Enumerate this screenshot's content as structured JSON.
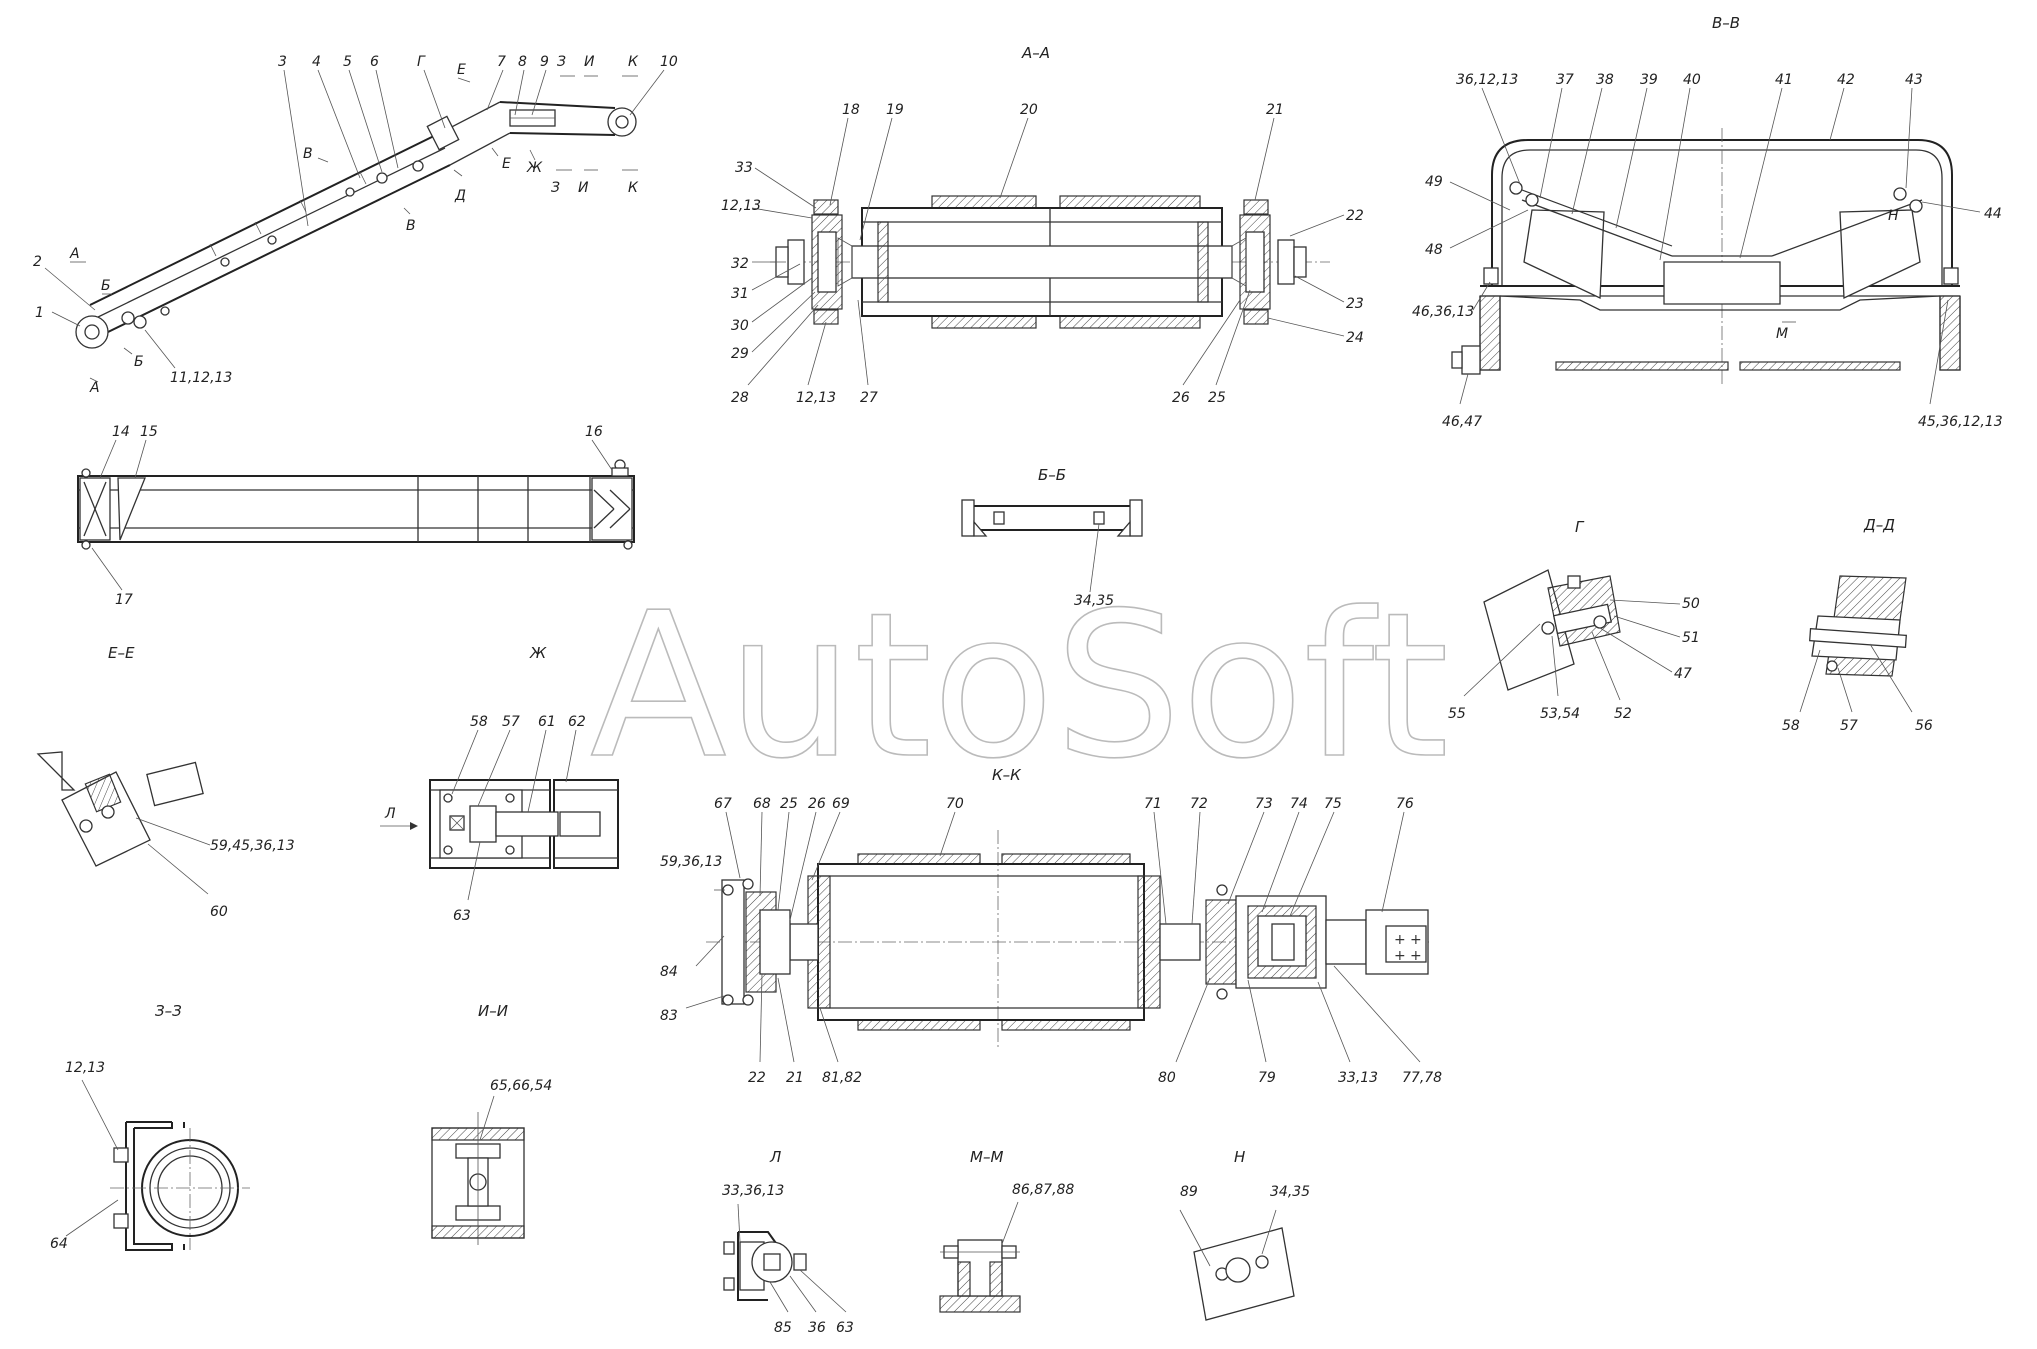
{
  "watermark": "AutoSoft",
  "views": {
    "aa": "А–А",
    "vv": "В–В",
    "bb": "Б–Б",
    "g": "Г",
    "dd": "Д–Д",
    "ee": "Е–Е",
    "zh": "Ж",
    "kk": "К–К",
    "zz": "З–З",
    "ii": "И–И",
    "l": "Л",
    "mm": "М–М",
    "n": "Н"
  },
  "labels": {
    "p1": "1",
    "p2": "2",
    "p3": "3",
    "p4": "4",
    "p5": "5",
    "p6": "6",
    "pG": "Г",
    "pE": "Е",
    "p7": "7",
    "p8": "8",
    "p9": "9",
    "pZ": "З",
    "pI": "И",
    "pK": "К",
    "p10": "10",
    "pA1": "А",
    "pB1": "Б",
    "pV1": "В",
    "pA2": "А",
    "pB2": "Б",
    "pV2": "В",
    "pE2": "Е",
    "pD": "Д",
    "pZh": "Ж",
    "pZ2": "З",
    "pI2": "И",
    "pK2": "К",
    "p111213": "11,12,13",
    "p14": "14",
    "p15": "15",
    "p16": "16",
    "p17": "17",
    "p18": "18",
    "p19": "19",
    "p20": "20",
    "p21a": "21",
    "p22a": "22",
    "p23": "23",
    "p24": "24",
    "p25a": "25",
    "p26a": "26",
    "p27": "27",
    "p1213a": "12,13",
    "p28": "28",
    "p29": "29",
    "p30": "30",
    "p31": "31",
    "p32": "32",
    "p1213b": "12,13",
    "p33a": "33",
    "p361213": "36,12,13",
    "p37": "37",
    "p38": "38",
    "p39": "39",
    "p40": "40",
    "p41": "41",
    "p42": "42",
    "p43": "43",
    "p44": "44",
    "pN": "Н",
    "p49": "49",
    "p48": "48",
    "p463613": "46,36,13",
    "p4647": "46,47",
    "pM": "М",
    "p45361213": "45,36,12,13",
    "p3435a": "34,35",
    "p50": "50",
    "p51": "51",
    "p47": "47",
    "p52": "52",
    "p5354": "53,54",
    "p55": "55",
    "p58a": "58",
    "p57a": "57",
    "p56": "56",
    "p59453613": "59,45,36,13",
    "p60": "60",
    "p58b": "58",
    "p57b": "57",
    "p61": "61",
    "p62": "62",
    "p63a": "63",
    "pL": "Л",
    "p67": "67",
    "p68": "68",
    "p25b": "25",
    "p26b": "26",
    "p69": "69",
    "p70": "70",
    "p71": "71",
    "p72": "72",
    "p73": "73",
    "p74": "74",
    "p75": "75",
    "p76": "76",
    "p593613": "59,36,13",
    "p84": "84",
    "p83": "83",
    "p22b": "22",
    "p21b": "21",
    "p8182": "81,82",
    "p80": "80",
    "p79": "79",
    "p3313": "33,13",
    "p7778": "77,78",
    "p1213c": "12,13",
    "p64": "64",
    "p656654": "65,66,54",
    "p333613": "33,36,13",
    "p85": "85",
    "p36": "36",
    "p63b": "63",
    "p868788": "86,87,88",
    "p89": "89",
    "p3435b": "34,35"
  }
}
